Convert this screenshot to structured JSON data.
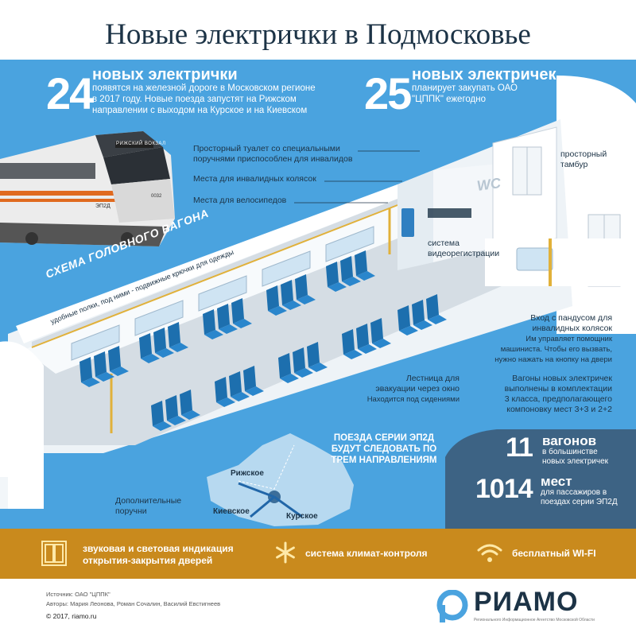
{
  "title": "Новые электрички в Подмосковье",
  "stat_left": {
    "number": "24",
    "headline": "новых электрички",
    "text_lines": [
      "появятся на железной дороге в Московском регионе",
      "в 2017 году. Новые поезда запустят на Рижском",
      "направлении с выходом на Курское и на Киевском"
    ]
  },
  "stat_right": {
    "number": "25",
    "headline": "новых электричек",
    "text_lines": [
      "планирует закупать ОАО",
      "\"ЦППК\" ежегодно"
    ]
  },
  "train_sign": "РИЖСКИЙ ВОКЗАЛ",
  "train_model": "ЭП2Д",
  "train_number": "0032",
  "wc_label": "WC",
  "callouts": {
    "toilet": [
      "Просторный туалет со специальными",
      "поручнями приспособлен для инвалидов"
    ],
    "wheelchair": "Места для инвалидных колясок",
    "bicycles": "Места для велосипедов",
    "vestibule": [
      "просторный",
      "тамбур"
    ],
    "video": [
      "система",
      "видеорегистрации"
    ],
    "ramp_title": [
      "Вход с пандусом для",
      "инвалидных колясок"
    ],
    "ramp_note": [
      "Им управляет помощник",
      "машиниста. Чтобы его вызвать,",
      "нужно нажать на кнопку на двери"
    ],
    "evac_title": [
      "Лестница для",
      "эвакуации через окно"
    ],
    "evac_note": "Находится под сидениями",
    "config": [
      "Вагоны новых электричек",
      "выполнены в комплектации",
      "3 класса, предполагающего",
      "компоновку мест 3+3 и 2+2"
    ],
    "handrails": [
      "Дополнительные",
      "поручни"
    ]
  },
  "scheme_label": "СХЕМА ГОЛОВНОГО ВАГОНА",
  "shelves_label": "удобные полки, под ними - подвижные крючки для одежды",
  "routes": {
    "heading_lines": [
      "ПОЕЗДА СЕРИИ ЭП2Д",
      "БУДУТ СЛЕДОВАТЬ ПО",
      "ТРЕМ НАПРАВЛЕНИЯМ"
    ],
    "rizhskoe": "Рижское",
    "kievskoe": "Киевское",
    "kurskoe": "Курское"
  },
  "stat_wagons": {
    "number": "11",
    "headline": "вагонов",
    "text_lines": [
      "в большинстве",
      "новых электричек"
    ]
  },
  "stat_seats": {
    "number": "1014",
    "headline": "мест",
    "text_lines": [
      "для пассажиров в",
      "поездах серии ЭП2Д"
    ]
  },
  "features": {
    "doors": [
      "звуковая и световая индикация",
      "открытия-закрытия дверей"
    ],
    "climate": "система климат-контроля",
    "wifi": "бесплатный WI-FI"
  },
  "footer": {
    "source": "Источник: ОАО \"ЦППК\"",
    "authors": "Авторы: Мария Леонова, Роман Сочалин, Василий Евстигнеев",
    "copyright": "© 2017, riamo.ru",
    "logo": "РИАМО",
    "logo_sub": "Регионального Информационное Агентство Московской Области"
  },
  "colors": {
    "background": "#4aa3df",
    "dark_text": "#1c3346",
    "seat": "#1d6fae",
    "bottom_bar": "#c98a1d",
    "train_orange": "#e06a1f"
  }
}
